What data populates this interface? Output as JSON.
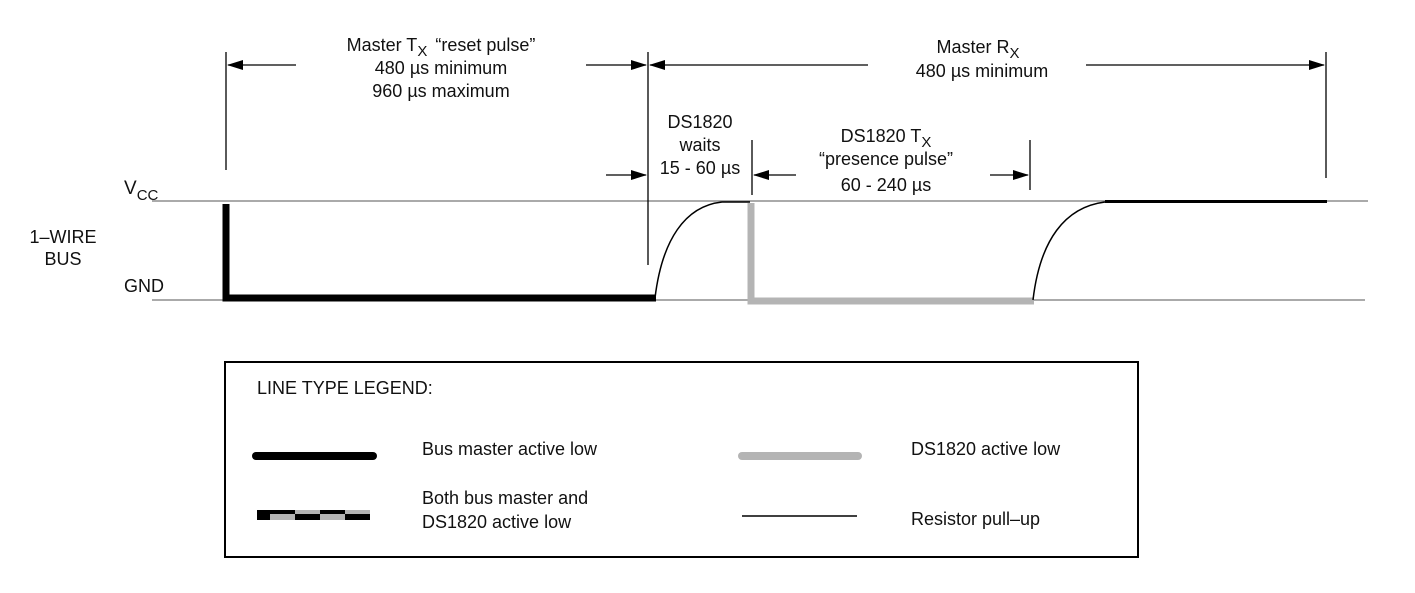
{
  "signals": {
    "vcc": {
      "main": "V",
      "sub": "CC"
    },
    "bus": [
      "1–WIRE",
      "BUS"
    ],
    "gnd": "GND"
  },
  "timing": {
    "master_tx": {
      "title_pre": "Master T",
      "title_sub": "X",
      "title_post": "“reset pulse”",
      "min": "480 µs minimum",
      "max": "960 µs maximum"
    },
    "master_rx": {
      "title_pre": "Master R",
      "title_sub": "X",
      "min": "480 µs minimum"
    },
    "ds_wait": {
      "line1": "DS1820",
      "line2": "waits",
      "line3": "15 - 60 µs"
    },
    "ds_tx": {
      "title_pre": "DS1820 T",
      "title_sub": "X",
      "line2": "“presence pulse”",
      "line3": "60 - 240 µs"
    }
  },
  "legend": {
    "title": "LINE TYPE LEGEND:",
    "bus_master": "Bus master active low",
    "ds_low": "DS1820 active low",
    "both_1": "Both bus master and",
    "both_2": "DS1820 active low",
    "pullup": "Resistor pull–up"
  },
  "colors": {
    "master_line": "#000000",
    "ds1820_line": "#b4b4b4",
    "pullup_line": "#000000",
    "rail_line": "#777777"
  }
}
